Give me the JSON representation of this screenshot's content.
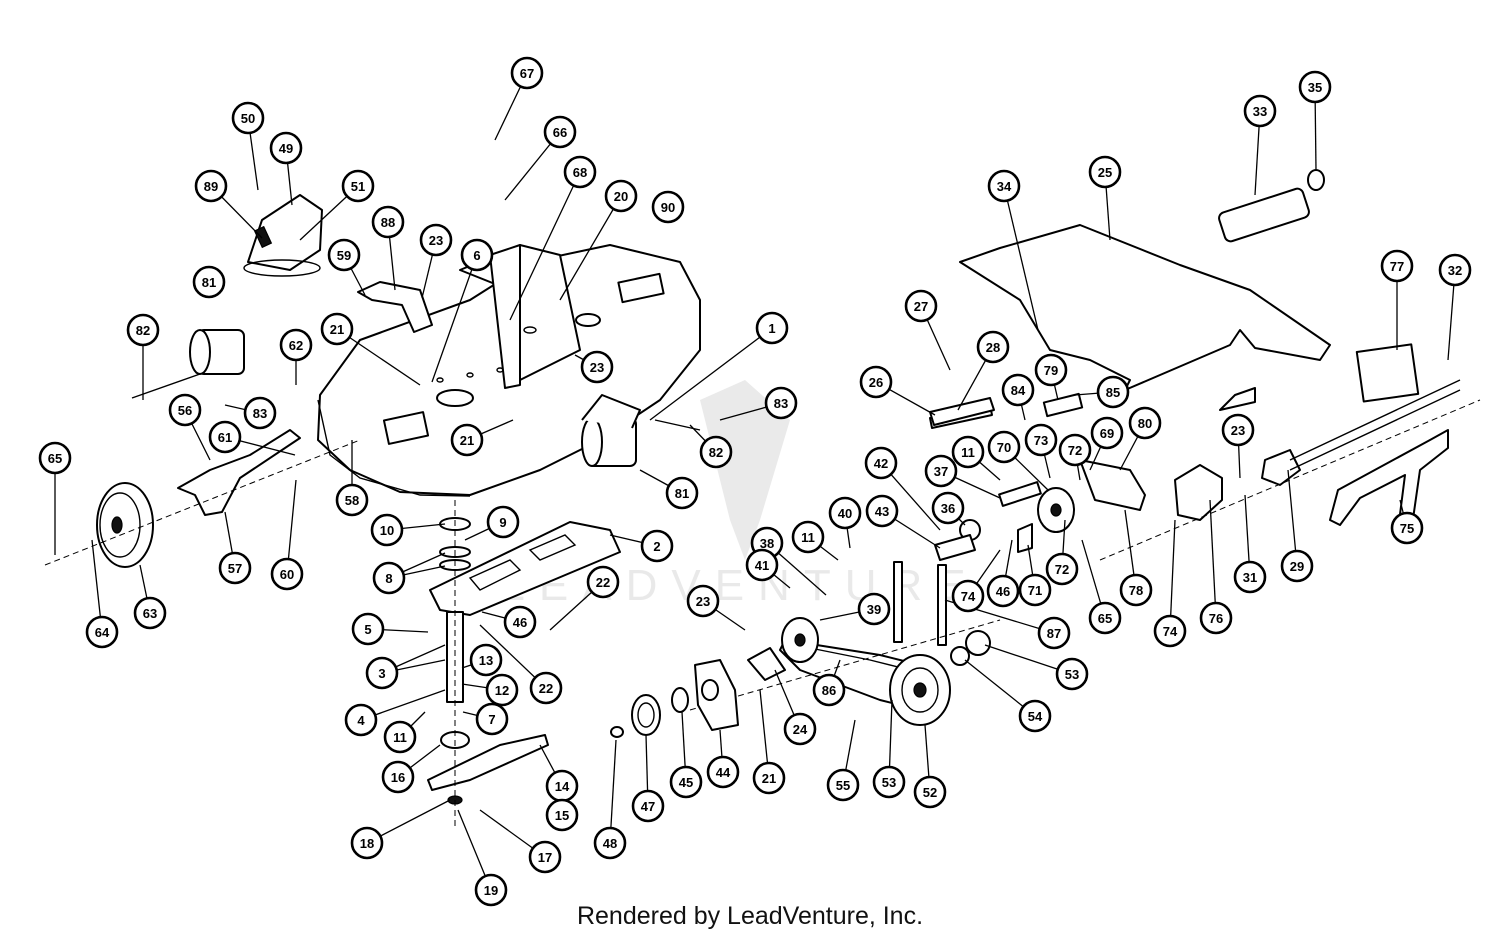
{
  "diagram": {
    "footer": "Rendered by LeadVenture, Inc.",
    "watermark": "LEADVENTURE",
    "callouts": [
      {
        "id": "c67",
        "label": "67"
      },
      {
        "id": "c66",
        "label": "66"
      },
      {
        "id": "c68",
        "label": "68"
      },
      {
        "id": "c20",
        "label": "20"
      },
      {
        "id": "c90",
        "label": "90"
      },
      {
        "id": "c50",
        "label": "50"
      },
      {
        "id": "c49",
        "label": "49"
      },
      {
        "id": "c89",
        "label": "89"
      },
      {
        "id": "c51",
        "label": "51"
      },
      {
        "id": "c88",
        "label": "88"
      },
      {
        "id": "c23a",
        "label": "23"
      },
      {
        "id": "c6",
        "label": "6"
      },
      {
        "id": "c59",
        "label": "59"
      },
      {
        "id": "c81a",
        "label": "81"
      },
      {
        "id": "c82a",
        "label": "82"
      },
      {
        "id": "c62",
        "label": "62"
      },
      {
        "id": "c21a",
        "label": "21"
      },
      {
        "id": "c83a",
        "label": "83"
      },
      {
        "id": "c1",
        "label": "1"
      },
      {
        "id": "c23b",
        "label": "23"
      },
      {
        "id": "c56",
        "label": "56"
      },
      {
        "id": "c61",
        "label": "61"
      },
      {
        "id": "c65a",
        "label": "65"
      },
      {
        "id": "c21b",
        "label": "21"
      },
      {
        "id": "c83b",
        "label": "83"
      },
      {
        "id": "c82b",
        "label": "82"
      },
      {
        "id": "c58",
        "label": "58"
      },
      {
        "id": "c81b",
        "label": "81"
      },
      {
        "id": "c57",
        "label": "57"
      },
      {
        "id": "c60",
        "label": "60"
      },
      {
        "id": "c63",
        "label": "63"
      },
      {
        "id": "c64",
        "label": "64"
      },
      {
        "id": "c10",
        "label": "10"
      },
      {
        "id": "c9",
        "label": "9"
      },
      {
        "id": "c2",
        "label": "2"
      },
      {
        "id": "c8",
        "label": "8"
      },
      {
        "id": "c22a",
        "label": "22"
      },
      {
        "id": "c5",
        "label": "5"
      },
      {
        "id": "c46a",
        "label": "46"
      },
      {
        "id": "c3",
        "label": "3"
      },
      {
        "id": "c13",
        "label": "13"
      },
      {
        "id": "c22b",
        "label": "22"
      },
      {
        "id": "c12",
        "label": "12"
      },
      {
        "id": "c4",
        "label": "4"
      },
      {
        "id": "c7",
        "label": "7"
      },
      {
        "id": "c11a",
        "label": "11"
      },
      {
        "id": "c16",
        "label": "16"
      },
      {
        "id": "c14",
        "label": "14"
      },
      {
        "id": "c15",
        "label": "15"
      },
      {
        "id": "c18",
        "label": "18"
      },
      {
        "id": "c17",
        "label": "17"
      },
      {
        "id": "c19",
        "label": "19"
      },
      {
        "id": "c35",
        "label": "35"
      },
      {
        "id": "c33",
        "label": "33"
      },
      {
        "id": "c25",
        "label": "25"
      },
      {
        "id": "c34",
        "label": "34"
      },
      {
        "id": "c77",
        "label": "77"
      },
      {
        "id": "c32",
        "label": "32"
      },
      {
        "id": "c27",
        "label": "27"
      },
      {
        "id": "c28",
        "label": "28"
      },
      {
        "id": "c79",
        "label": "79"
      },
      {
        "id": "c85",
        "label": "85"
      },
      {
        "id": "c26",
        "label": "26"
      },
      {
        "id": "c84",
        "label": "84"
      },
      {
        "id": "c80",
        "label": "80"
      },
      {
        "id": "c11b",
        "label": "11"
      },
      {
        "id": "c70",
        "label": "70"
      },
      {
        "id": "c73",
        "label": "73"
      },
      {
        "id": "c72a",
        "label": "72"
      },
      {
        "id": "c69",
        "label": "69"
      },
      {
        "id": "c23c",
        "label": "23"
      },
      {
        "id": "c42",
        "label": "42"
      },
      {
        "id": "c37",
        "label": "37"
      },
      {
        "id": "c36",
        "label": "36"
      },
      {
        "id": "c43",
        "label": "43"
      },
      {
        "id": "c11c",
        "label": "11"
      },
      {
        "id": "c40",
        "label": "40"
      },
      {
        "id": "c38",
        "label": "38"
      },
      {
        "id": "c72b",
        "label": "72"
      },
      {
        "id": "c65b",
        "label": "65"
      },
      {
        "id": "c78",
        "label": "78"
      },
      {
        "id": "c31",
        "label": "31"
      },
      {
        "id": "c29",
        "label": "29"
      },
      {
        "id": "c75",
        "label": "75"
      },
      {
        "id": "c74a",
        "label": "74"
      },
      {
        "id": "c46b",
        "label": "46"
      },
      {
        "id": "c71",
        "label": "71"
      },
      {
        "id": "c74b",
        "label": "74"
      },
      {
        "id": "c76",
        "label": "76"
      },
      {
        "id": "c41",
        "label": "41"
      },
      {
        "id": "c39",
        "label": "39"
      },
      {
        "id": "c87",
        "label": "87"
      },
      {
        "id": "c23d",
        "label": "23"
      },
      {
        "id": "c53a",
        "label": "53"
      },
      {
        "id": "c24",
        "label": "24"
      },
      {
        "id": "c86",
        "label": "86"
      },
      {
        "id": "c54",
        "label": "54"
      },
      {
        "id": "c44",
        "label": "44"
      },
      {
        "id": "c45",
        "label": "45"
      },
      {
        "id": "c47",
        "label": "47"
      },
      {
        "id": "c21c",
        "label": "21"
      },
      {
        "id": "c55",
        "label": "55"
      },
      {
        "id": "c53b",
        "label": "53"
      },
      {
        "id": "c52",
        "label": "52"
      },
      {
        "id": "c48",
        "label": "48"
      }
    ]
  }
}
